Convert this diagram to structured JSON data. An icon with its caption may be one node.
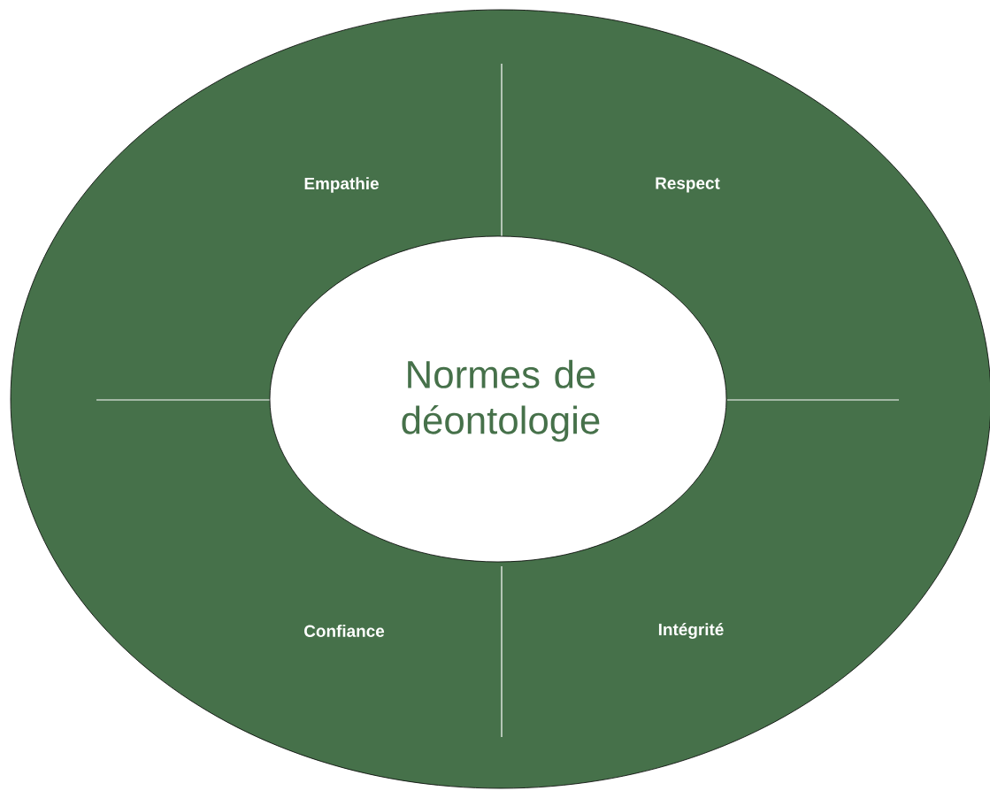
{
  "diagram": {
    "nodes": [
      {
        "text": [
          "Empathie",
          "Respect",
          "Confiance",
          "Intégrité"
        ]
      },
      {
        "text": [
          "Normes de déontologie"
        ],
        "in": 0
      }
    ]
  }
}
